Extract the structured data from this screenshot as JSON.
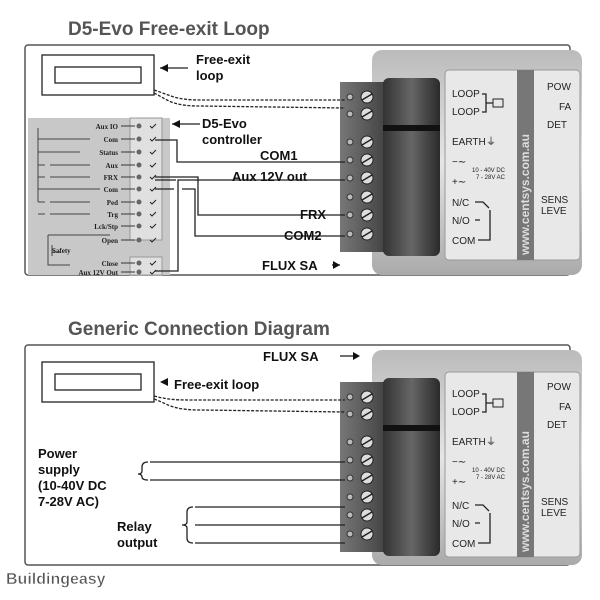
{
  "panel1": {
    "title": "D5-Evo Free-exit Loop",
    "loop_label": [
      "Free-exit",
      "loop"
    ],
    "controller_label": [
      "D5-Evo",
      "controller"
    ],
    "connections": [
      "COM1",
      "Aux 12V out",
      "FRX",
      "COM2",
      "FLUX SA"
    ],
    "controller_terminals": [
      "Aux IO",
      "Com",
      "Status",
      "Aux",
      "FRX",
      "Com",
      "Ped",
      "Trg",
      "Lck/Stp",
      "Open",
      "Safety",
      "Close",
      "Aux 12V Out"
    ]
  },
  "panel2": {
    "title": "Generic Connection Diagram",
    "flux_label": "FLUX SA",
    "loop_label": "Free-exit loop",
    "power_label": [
      "Power",
      "supply",
      "(10-40V DC",
      "7-28V AC)"
    ],
    "relay_label": [
      "Relay",
      "output"
    ]
  },
  "device": {
    "labels": [
      "LOOP",
      "LOOP",
      "EARTH",
      "N/C",
      "N/O",
      "COM"
    ],
    "supply": [
      "10 - 40V DC",
      "7 - 28V AC"
    ],
    "website": "www.centsys.com.au",
    "right_labels": [
      "POW",
      "FA",
      "DET",
      "SENS",
      "LEVE"
    ]
  },
  "watermark": "Buildingeasy"
}
